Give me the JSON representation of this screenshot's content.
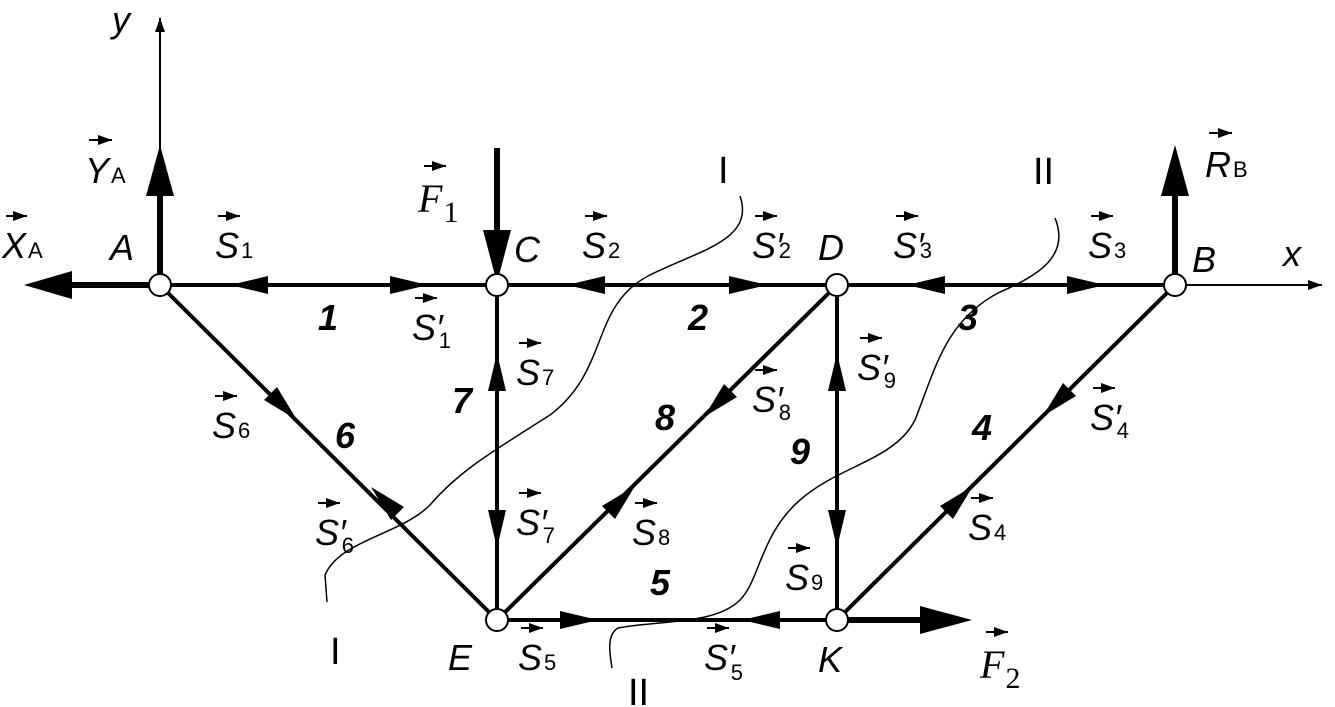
{
  "nodes": {
    "A": "A",
    "C": "C",
    "D": "D",
    "B": "B",
    "E": "E",
    "K": "K"
  },
  "members": [
    "1",
    "2",
    "3",
    "4",
    "5",
    "6",
    "7",
    "8",
    "9"
  ],
  "axes": {
    "x": "x",
    "y": "y"
  },
  "sections": {
    "first": "I",
    "second": "II"
  },
  "loads": {
    "F1": {
      "base": "F",
      "sub": "1"
    },
    "F2": {
      "base": "F",
      "sub": "2"
    }
  },
  "reactions": {
    "XA": {
      "base": "X",
      "sub": "A"
    },
    "YA": {
      "base": "Y",
      "sub": "A"
    },
    "RB": {
      "base": "R",
      "sub": "B"
    }
  },
  "forces": {
    "S1": {
      "base": "S",
      "sub": "1"
    },
    "S1p": {
      "base": "S′",
      "sub": "1"
    },
    "S2": {
      "base": "S",
      "sub": "2"
    },
    "S2p": {
      "base": "S′",
      "sub": "2"
    },
    "S3": {
      "base": "S",
      "sub": "3"
    },
    "S3p": {
      "base": "S′",
      "sub": "3"
    },
    "S4": {
      "base": "S",
      "sub": "4"
    },
    "S4p": {
      "base": "S′",
      "sub": "4"
    },
    "S5": {
      "base": "S",
      "sub": "5"
    },
    "S5p": {
      "base": "S′",
      "sub": "5"
    },
    "S6": {
      "base": "S",
      "sub": "6"
    },
    "S6p": {
      "base": "S′",
      "sub": "6"
    },
    "S7": {
      "base": "S",
      "sub": "7"
    },
    "S7p": {
      "base": "S′",
      "sub": "7"
    },
    "S8": {
      "base": "S",
      "sub": "8"
    },
    "S8p": {
      "base": "S′",
      "sub": "8"
    },
    "S9": {
      "base": "S",
      "sub": "9"
    },
    "S9p": {
      "base": "S′",
      "sub": "9"
    }
  }
}
